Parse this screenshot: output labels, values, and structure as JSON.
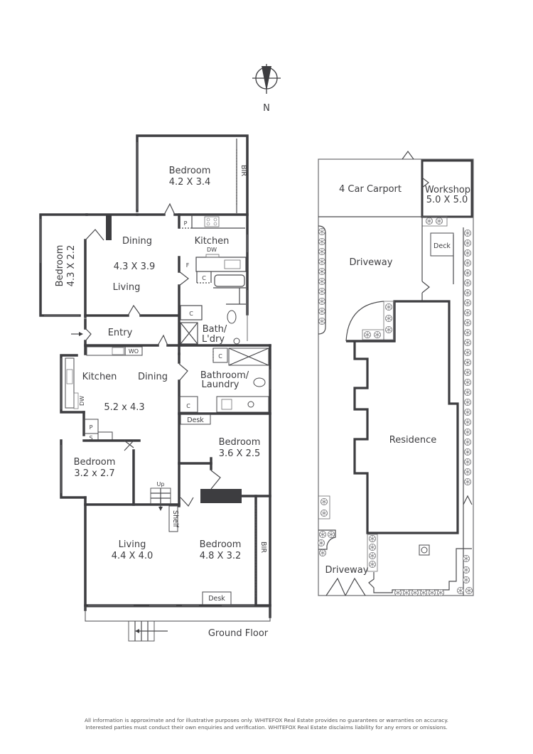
{
  "compass": {
    "label": "N",
    "icon": "north-arrow-icon"
  },
  "ground_floor": {
    "title": "Ground Floor",
    "rooms": [
      {
        "name": "Bedroom",
        "size": "4.2 X 3.4",
        "extra": "BIR"
      },
      {
        "name": "Bedroom",
        "size": "4.3 X 2.2"
      },
      {
        "name": "Dining",
        "size": "4.3 X 3.9",
        "secondary": "Living"
      },
      {
        "name": "Kitchen",
        "fixtures": [
          "P",
          "DW",
          "F"
        ]
      },
      {
        "name": "Bath/",
        "name2": "L'dry",
        "fixtures": [
          "C",
          "C"
        ]
      },
      {
        "name": "Entry"
      },
      {
        "name": "Kitchen",
        "secondary": "Dining",
        "size": "5.2 x 4.3",
        "fixtures": [
          "WO",
          "DW",
          "P",
          "S"
        ]
      },
      {
        "name": "Bathroom/",
        "name2": "Laundry",
        "fixtures": [
          "C",
          "C"
        ]
      },
      {
        "name": "Bedroom",
        "size": "3.6 X 2.5",
        "extra": "Desk"
      },
      {
        "name": "Bedroom",
        "size": "3.2 x 2.7"
      },
      {
        "name": "Living",
        "size": "4.4 X 4.0",
        "extra": "Shelf"
      },
      {
        "name": "Bedroom",
        "size": "4.8 X 3.2",
        "extra": "BIR",
        "extra2": "Desk"
      }
    ],
    "stairs_label": "Up"
  },
  "site_plan": {
    "areas": [
      {
        "name": "4 Car Carport"
      },
      {
        "name": "Workshop",
        "size": "5.0 X 5.0"
      },
      {
        "name": "Driveway"
      },
      {
        "name": "Deck"
      },
      {
        "name": "Residence"
      },
      {
        "name": "Driveway"
      }
    ]
  },
  "disclaimer": {
    "line1": "All information is approximate and for illustrative purposes only. WHITEFOX Real Estate provides no guarantees or warranties on accuracy.",
    "line2": "Interested parties must conduct their own enquiries and verification. WHITEFOX Real Estate disclaims liability for any errors or omissions."
  }
}
